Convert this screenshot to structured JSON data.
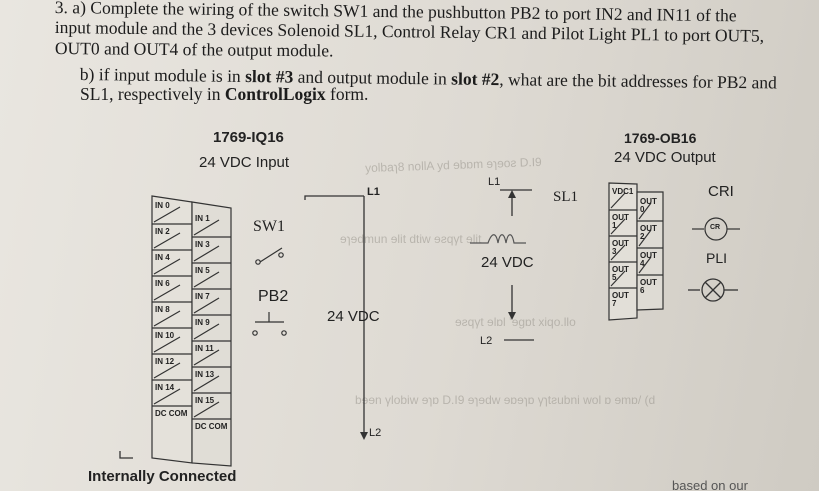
{
  "question": {
    "line1": "3. a) Complete the wiring of the switch SW1 and the pushbutton PB2 to port IN2 and IN11 of the",
    "line2": "input module and the 3 devices Solenoid SL1, Control Relay CR1 and Pilot Light PL1 to port OUT5,",
    "line3": "OUT0 and OUT4 of the output module.",
    "line4_prefix": "b) if input module is in ",
    "line4_slot3": "slot #3",
    "line4_mid": " and output module in ",
    "line4_slot2": "slot #2",
    "line4_suffix": ", what are the bit addresses for PB2 and",
    "line5_prefix": "SL1, respectively in ",
    "line5_bold": "ControlLogix",
    "line5_suffix": " form."
  },
  "input_module": {
    "part": "1769-IQ16",
    "desc": "24 VDC  Input",
    "left_terms": [
      "IN 0",
      "IN 2",
      "IN 4",
      "IN 6",
      "IN 8",
      "IN 10",
      "IN 12",
      "IN 14",
      "DC COM"
    ],
    "right_terms": [
      "IN 1",
      "IN 3",
      "IN 5",
      "IN 7",
      "IN 9",
      "IN 11",
      "IN 13",
      "IN 15",
      "DC COM"
    ],
    "footer": "Internally Connected"
  },
  "output_module": {
    "part": "1769-OB16",
    "desc": "24  VDC Output",
    "left_terms": [
      "VDC1",
      "OUT 1",
      "OUT 3",
      "OUT 5",
      "OUT 7"
    ],
    "right_terms": [
      "OUT 0",
      "OUT 2",
      "OUT 4",
      "OUT 6"
    ]
  },
  "devices": {
    "sw1": "SW1",
    "pb2": "PB2",
    "l1_left": "L1",
    "l2_left": "L2",
    "vdc_left": "24 VDC",
    "l1_right": "L1",
    "l2_right": "L2",
    "vdc_right": "24 VDC",
    "sl1": "SL1",
    "cr1": "CRI",
    "cr1_symbol": "CR",
    "pl1": "PLI"
  },
  "bottom_partial": "based on our"
}
